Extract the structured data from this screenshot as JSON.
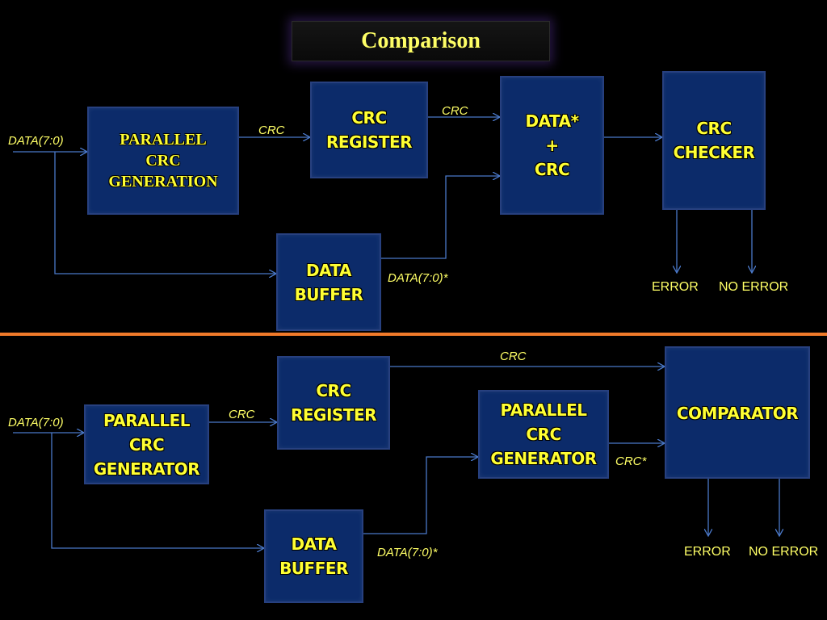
{
  "title": "Comparison",
  "top": {
    "input_label": "DATA(7:0)",
    "gen_box": "PARALLEL\nCRC\nGENERATION",
    "reg_box": "CRC\nREGISTER",
    "merge_box": "DATA*\n+\nCRC",
    "checker_box": "CRC\nCHECKER",
    "buffer_box": "DATA\nBUFFER",
    "crc_label_1": "CRC",
    "crc_label_2": "CRC",
    "buffered_label": "DATA(7:0)*",
    "error_label": "ERROR",
    "no_error_label": "NO ERROR"
  },
  "bottom": {
    "input_label": "DATA(7:0)",
    "gen_box": "PARALLEL\nCRC\nGENERATOR",
    "reg_box": "CRC\nREGISTER",
    "gen2_box": "PARALLEL\nCRC\nGENERATOR",
    "comparator_box": "COMPARATOR",
    "buffer_box": "DATA\nBUFFER",
    "crc_label_1": "CRC",
    "crc_label_2": "CRC",
    "crc_star_label": "CRC*",
    "buffered_label": "DATA(7:0)*",
    "error_label": "ERROR",
    "no_error_label": "NO ERROR"
  },
  "colors": {
    "background": "#000000",
    "box_fill": "#0c2b6a",
    "box_text": "#ffff33",
    "wire": "#4a78c8",
    "divider": "#f07a2a"
  }
}
